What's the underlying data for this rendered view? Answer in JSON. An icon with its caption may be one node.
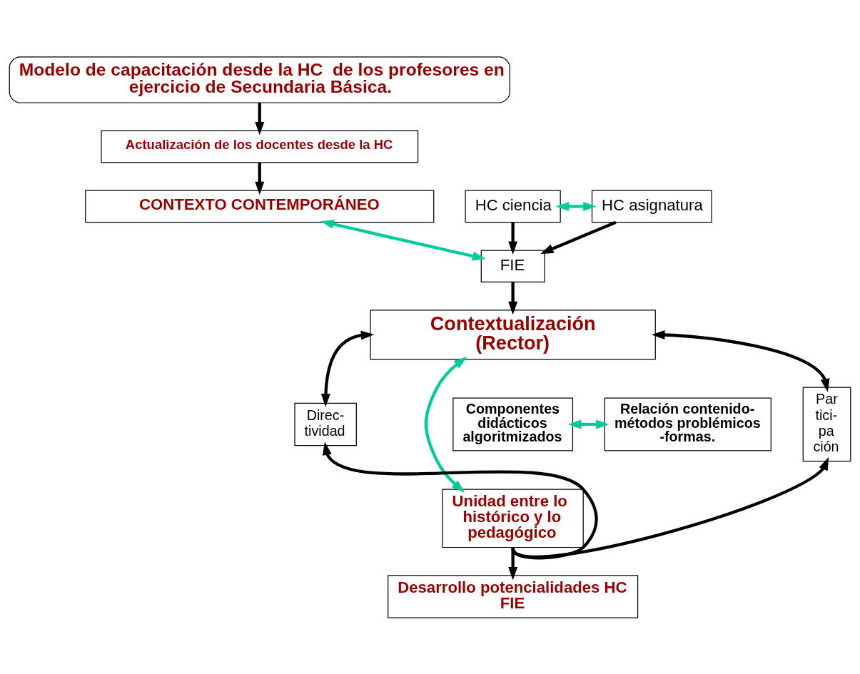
{
  "diagram": {
    "nodes": [
      {
        "text": [
          "Modelo de capacitación desde la HC  de los profesores en ejercicio de Secundaria Básica."
        ]
      },
      {
        "text": [
          "Actualización de los docentes desde la HC"
        ]
      },
      {
        "text": [
          "CONTEXTO CONTEMPORÁNEO"
        ]
      },
      {
        "text": [
          "HC ciencia"
        ]
      },
      {
        "text": [
          "HC asignatura"
        ]
      },
      {
        "text": [
          "FIE"
        ]
      },
      {
        "text": [
          "Contextualización",
          "(Rector)"
        ]
      },
      {
        "text": [
          "Direc- tividad"
        ]
      },
      {
        "text": [
          "Componentes didácticos algoritmizados"
        ]
      },
      {
        "text": [
          "Relación contenido- métodos problémicos -formas."
        ]
      },
      {
        "text": [
          "Par tici- pa ción"
        ]
      },
      {
        "text": [
          "Unidad entre lo  histórico y lo pedagógico"
        ]
      },
      {
        "text": [
          "Desarrollo potencialidades HC FIE"
        ]
      }
    ],
    "edges": [
      {
        "from": 0,
        "to": 1,
        "arrow": "to"
      },
      {
        "from": 1,
        "to": 2,
        "arrow": "to"
      },
      {
        "from": 3,
        "to": 4,
        "arrow": "both",
        "color": "#00cc99"
      },
      {
        "from": 2,
        "to": 5,
        "arrow": "both",
        "color": "#00cc99"
      },
      {
        "from": 3,
        "to": 5,
        "arrow": "to"
      },
      {
        "from": 4,
        "to": 5,
        "arrow": "to"
      },
      {
        "from": 5,
        "to": 6,
        "arrow": "to"
      },
      {
        "from": 6,
        "to": 7,
        "arrow": "both"
      },
      {
        "from": 6,
        "to": 10,
        "arrow": "both"
      },
      {
        "from": 8,
        "to": 9,
        "arrow": "both",
        "color": "#00cc99"
      },
      {
        "from": 6,
        "to": 11,
        "arrow": "both",
        "color": "#00cc99"
      },
      {
        "from": 11,
        "to": 7,
        "arrow": "to"
      },
      {
        "from": 11,
        "to": 10,
        "arrow": "to"
      },
      {
        "from": 11,
        "to": 12,
        "arrow": "to"
      }
    ]
  }
}
